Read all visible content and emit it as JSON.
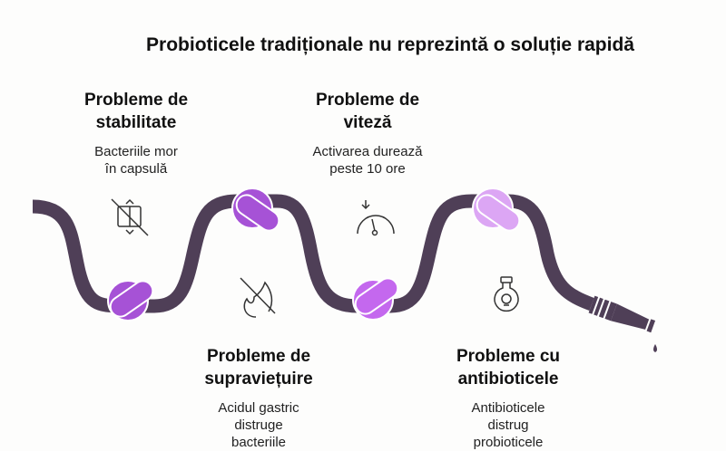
{
  "title": "Probioticele tradiționale nu reprezintă o soluție rapidă",
  "colors": {
    "hose": "#4f3f57",
    "knot1": "#a652d6",
    "knot2": "#a652d6",
    "knot3": "#c468ee",
    "knot4": "#dca6f4"
  },
  "problems": [
    {
      "heading1": "Probleme de",
      "heading2": "stabilitate",
      "desc1": "Bacteriile mor",
      "desc2": "în capsulă",
      "icon": "no-resize-icon"
    },
    {
      "heading1": "Probleme de",
      "heading2": "viteză",
      "desc1": "Activarea durează",
      "desc2": "peste 10 ore",
      "icon": "speedometer-icon"
    },
    {
      "heading1": "Probleme de",
      "heading2": "supraviețuire",
      "desc1": "Acidul gastric",
      "desc2": "distruge",
      "desc3": "bacteriile",
      "icon": "no-fire-icon"
    },
    {
      "heading1": "Probleme cu",
      "heading2": "antibioticele",
      "desc1": "Antibioticele",
      "desc2": "distrug",
      "desc3": "probioticele",
      "icon": "poison-flask-icon"
    }
  ]
}
